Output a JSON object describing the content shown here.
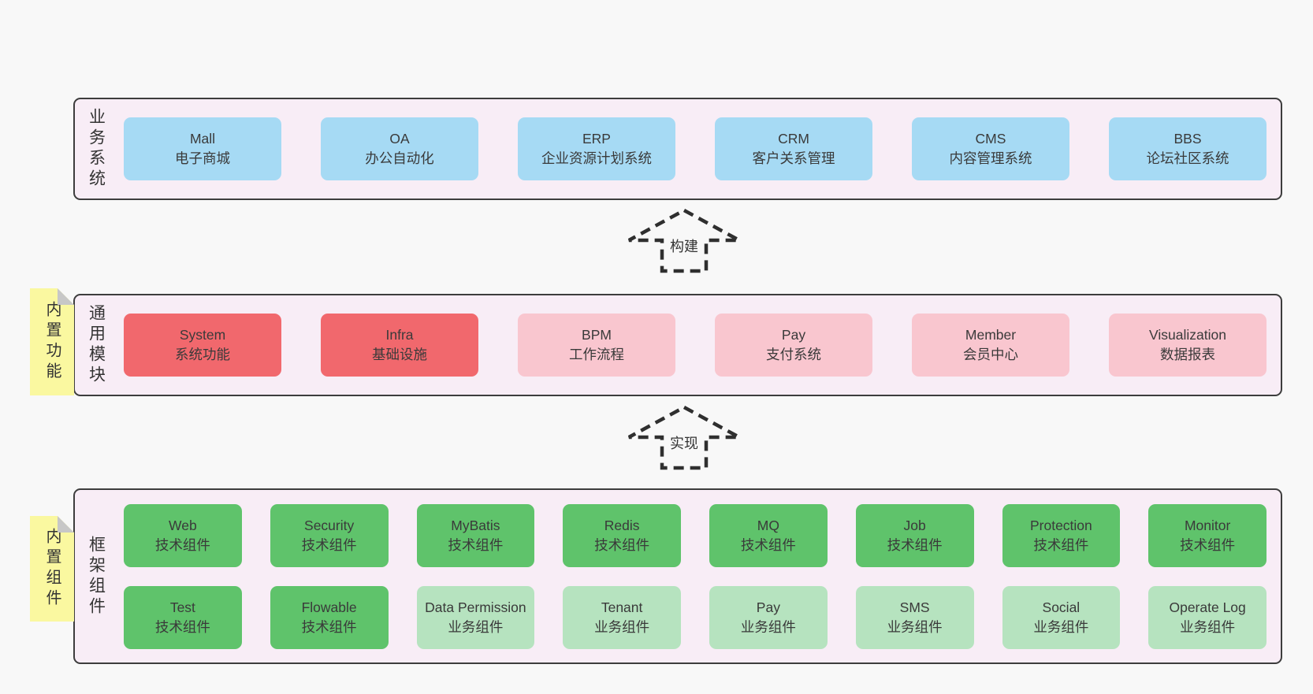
{
  "colors": {
    "page_bg": "#f8f8f8",
    "container_bg": "#f8edf6",
    "container_border": "#3d3d3d",
    "business_box": "#a6daf4",
    "core_module_box": "#f1686d",
    "optional_module_box": "#f9c6cf",
    "tech_component_box": "#5fc36b",
    "biz_component_box": "#b6e3bf",
    "sticky_note": "#faf8a0",
    "text": "#3a3a3a"
  },
  "arrows": [
    {
      "label": "构建"
    },
    {
      "label": "实现"
    }
  ],
  "stickies": [
    {
      "label": "内置功能"
    },
    {
      "label": "内置组件"
    }
  ],
  "layers": [
    {
      "label": "业务系统",
      "boxes": [
        {
          "en": "Mall",
          "zh": "电子商城"
        },
        {
          "en": "OA",
          "zh": "办公自动化"
        },
        {
          "en": "ERP",
          "zh": "企业资源计划系统"
        },
        {
          "en": "CRM",
          "zh": "客户关系管理"
        },
        {
          "en": "CMS",
          "zh": "内容管理系统"
        },
        {
          "en": "BBS",
          "zh": "论坛社区系统"
        }
      ]
    },
    {
      "label": "通用模块",
      "boxes": [
        {
          "en": "System",
          "zh": "系统功能"
        },
        {
          "en": "Infra",
          "zh": "基础设施"
        },
        {
          "en": "BPM",
          "zh": "工作流程"
        },
        {
          "en": "Pay",
          "zh": "支付系统"
        },
        {
          "en": "Member",
          "zh": "会员中心"
        },
        {
          "en": "Visualization",
          "zh": "数据报表"
        }
      ]
    },
    {
      "label": "框架组件",
      "rows": [
        [
          {
            "en": "Web",
            "zh": "技术组件"
          },
          {
            "en": "Security",
            "zh": "技术组件"
          },
          {
            "en": "MyBatis",
            "zh": "技术组件"
          },
          {
            "en": "Redis",
            "zh": "技术组件"
          },
          {
            "en": "MQ",
            "zh": "技术组件"
          },
          {
            "en": "Job",
            "zh": "技术组件"
          },
          {
            "en": "Protection",
            "zh": "技术组件"
          },
          {
            "en": "Monitor",
            "zh": "技术组件"
          }
        ],
        [
          {
            "en": "Test",
            "zh": "技术组件"
          },
          {
            "en": "Flowable",
            "zh": "技术组件"
          },
          {
            "en": "Data Permission",
            "zh": "业务组件"
          },
          {
            "en": "Tenant",
            "zh": "业务组件"
          },
          {
            "en": "Pay",
            "zh": "业务组件"
          },
          {
            "en": "SMS",
            "zh": "业务组件"
          },
          {
            "en": "Social",
            "zh": "业务组件"
          },
          {
            "en": "Operate Log",
            "zh": "业务组件"
          }
        ]
      ]
    }
  ]
}
